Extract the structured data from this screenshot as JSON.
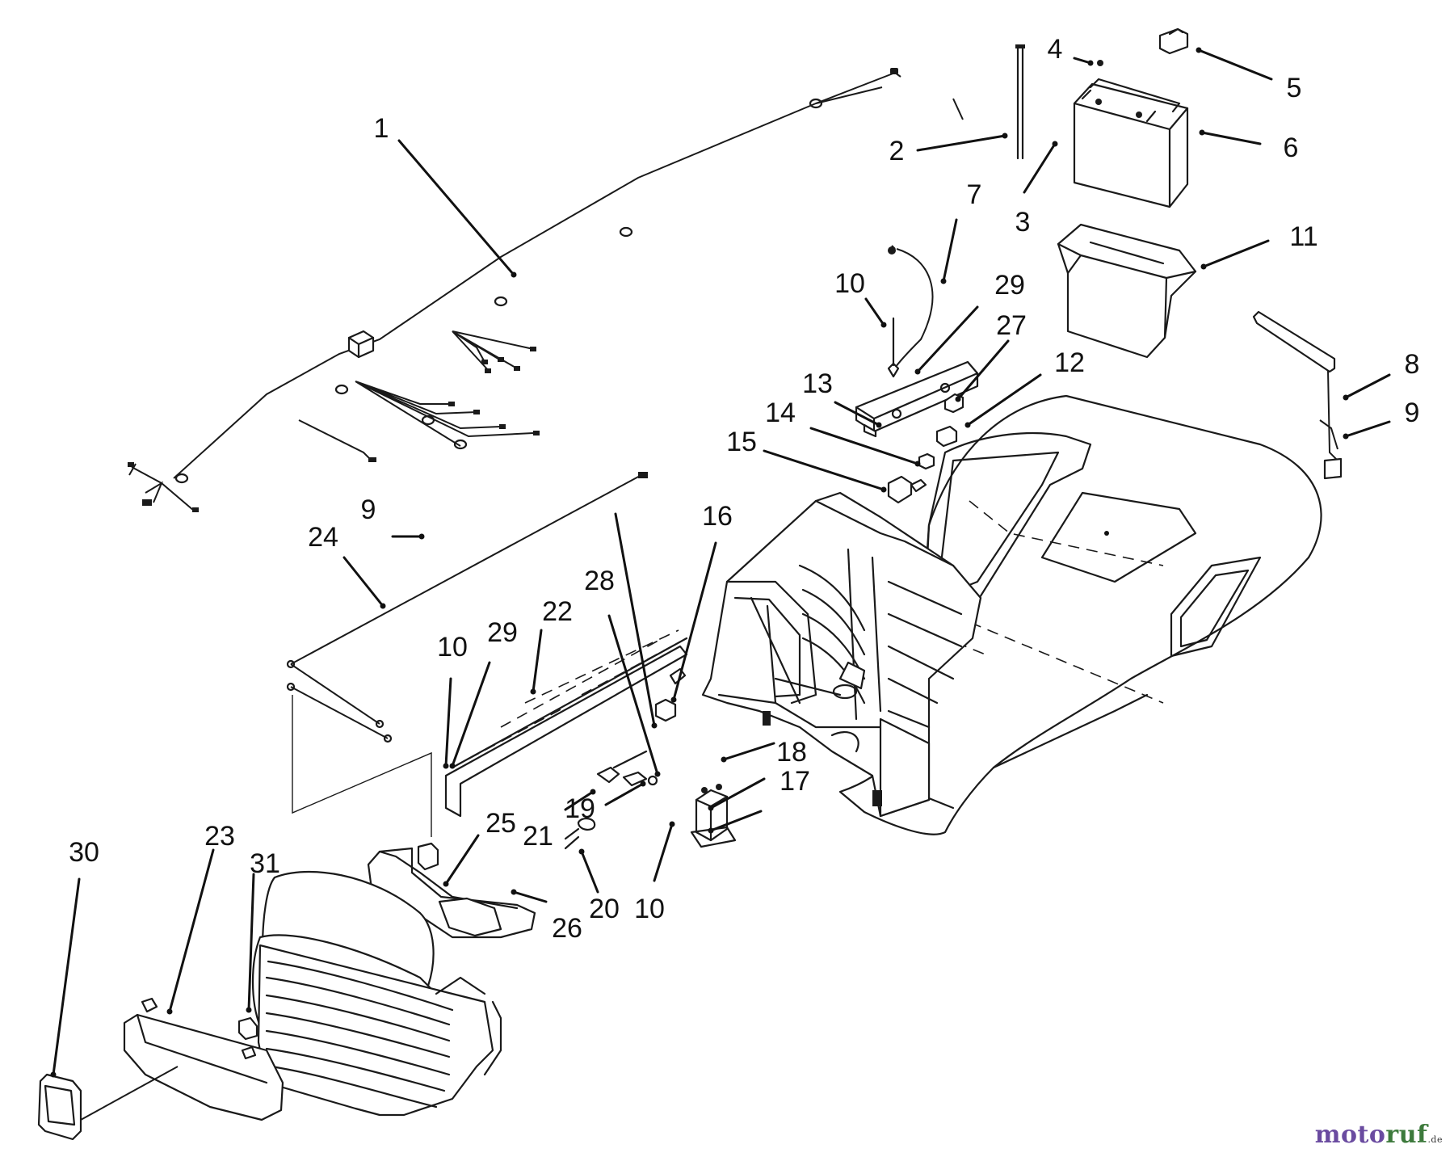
{
  "diagram": {
    "callouts": [
      {
        "id": "c1",
        "label": "1"
      },
      {
        "id": "c2",
        "label": "2"
      },
      {
        "id": "c3",
        "label": "3"
      },
      {
        "id": "c4",
        "label": "4"
      },
      {
        "id": "c5",
        "label": "5"
      },
      {
        "id": "c6",
        "label": "6"
      },
      {
        "id": "c7",
        "label": "7"
      },
      {
        "id": "c8",
        "label": "8"
      },
      {
        "id": "c9a",
        "label": "9"
      },
      {
        "id": "c9b",
        "label": "9"
      },
      {
        "id": "c10a",
        "label": "10"
      },
      {
        "id": "c10b",
        "label": "10"
      },
      {
        "id": "c10c",
        "label": "10"
      },
      {
        "id": "c11",
        "label": "11"
      },
      {
        "id": "c12",
        "label": "12"
      },
      {
        "id": "c13",
        "label": "13"
      },
      {
        "id": "c14",
        "label": "14"
      },
      {
        "id": "c15",
        "label": "15"
      },
      {
        "id": "c16",
        "label": "16"
      },
      {
        "id": "c17",
        "label": "17"
      },
      {
        "id": "c18",
        "label": "18"
      },
      {
        "id": "c19",
        "label": "19"
      },
      {
        "id": "c20",
        "label": "20"
      },
      {
        "id": "c21",
        "label": "21"
      },
      {
        "id": "c22",
        "label": "22"
      },
      {
        "id": "c23",
        "label": "23"
      },
      {
        "id": "c24",
        "label": "24"
      },
      {
        "id": "c25",
        "label": "25"
      },
      {
        "id": "c26",
        "label": "26"
      },
      {
        "id": "c27",
        "label": "27"
      },
      {
        "id": "c28",
        "label": "28"
      },
      {
        "id": "c29a",
        "label": "29"
      },
      {
        "id": "c29b",
        "label": "29"
      },
      {
        "id": "c30",
        "label": "30"
      },
      {
        "id": "c31",
        "label": "31"
      }
    ]
  },
  "watermark": {
    "part1": "moto",
    "part2": "ruf",
    "suffix": ".de"
  }
}
